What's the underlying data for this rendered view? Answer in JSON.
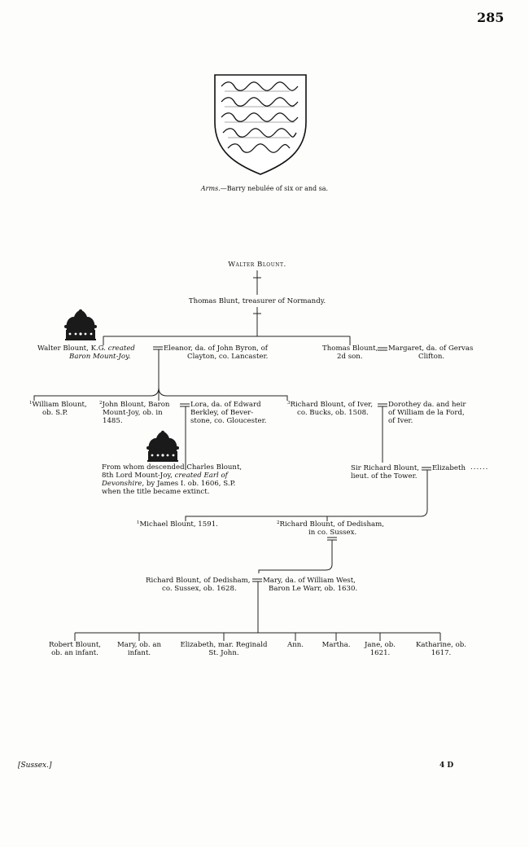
{
  "page": {
    "number": "285",
    "footer_left": "[Sussex.]",
    "footer_right": "4 D"
  },
  "arms": {
    "label": "Arms.",
    "description": "—Barry nebulée of six or and sa."
  },
  "tree": {
    "walter_blount_root": "Walter Blount.",
    "thomas_blunt": "Thomas Blunt, treasurer of Normandy.",
    "walter_blount_kg": {
      "l1_name": "Walter Blount,",
      "l1_kg": " K.G. ",
      "l1_created": "created",
      "l2": "Baron Mount-Joy."
    },
    "eleanor": {
      "l1": "Eleanor, da. of John Byron, of",
      "l2": "Clayton, co. Lancaster."
    },
    "thomas_blount_2d": {
      "l1": "Thomas Blount,",
      "l2": "2d son."
    },
    "margaret": {
      "l1": "Margaret, da. of Gervas",
      "l2": "Clifton."
    },
    "william_blount": {
      "num": "1",
      "l1": "William Blount,",
      "l2": "ob. S.P."
    },
    "john_blount": {
      "num": "2",
      "l1": "John Blount, Baron",
      "l2": "Mount-Joy, ob. in",
      "l3": "1485."
    },
    "lora": {
      "l1": "Lora, da. of Edward",
      "l2": "Berkley, of Bever-",
      "l3": "stone, co. Gloucester."
    },
    "richard_blount_iver": {
      "num": "3",
      "l1": "Richard Blount, of Iver,",
      "l2": "co. Bucks, ob. 1508."
    },
    "dorothey": {
      "l1": "Dorothey da. and heir",
      "l2": "of William de la Ford,",
      "l3": "of Iver."
    },
    "charles_blount": {
      "l1": "From whom descended Charles Blount,",
      "l2_a": "8th Lord Mount-Joy, ",
      "l2_b": "created Earl of",
      "l3_a": "Devonshire,",
      "l3_b": " by James I. ob. 1606, S.P.",
      "l4": "when the title became extinct."
    },
    "sir_richard": {
      "l1": "Sir Richard Blount,",
      "l2": "lieut. of the Tower."
    },
    "elizabeth_spouse": "Elizabeth",
    "elizabeth_dots": "......",
    "michael_blount": {
      "num": "1",
      "text": "Michael Blount, 1591."
    },
    "richard_dedisham": {
      "num": "2",
      "l1": "Richard Blount, of Dedisham,",
      "l2": "in co. Sussex."
    },
    "richard_dedisham_son": {
      "l1": "Richard Blount, of Dedisham,",
      "l2": "co. Sussex, ob. 1628."
    },
    "mary_west": {
      "l1": "Mary, da. of William West,",
      "l2": "Baron Le Warr, ob. 1630."
    },
    "children": [
      {
        "l1": "Robert Blount,",
        "l2": "ob. an infant."
      },
      {
        "l1": "Mary, ob. an",
        "l2": "infant."
      },
      {
        "l1": "Elizabeth, mar. Reginald",
        "l2": "St. John."
      },
      {
        "l1": "Ann.",
        "l2": ""
      },
      {
        "l1": "Martha.",
        "l2": ""
      },
      {
        "l1": "Jane, ob.",
        "l2": "1621."
      },
      {
        "l1": "Katharine, ob.",
        "l2": "1617."
      }
    ]
  }
}
